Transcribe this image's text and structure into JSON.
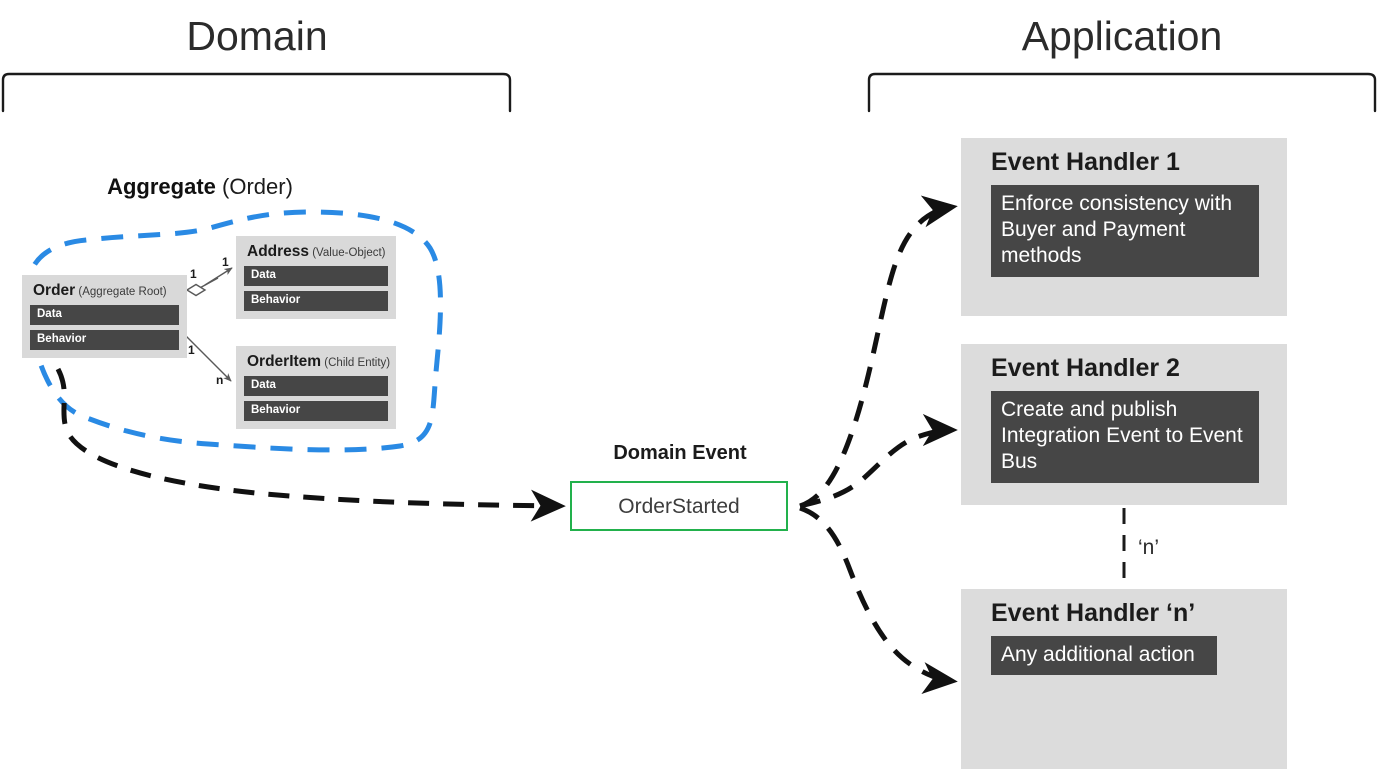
{
  "sections": {
    "domain": {
      "title": "Domain"
    },
    "application": {
      "title": "Application"
    }
  },
  "aggregate": {
    "caption_strong": "Aggregate",
    "caption_light": " (Order)",
    "boundary_color": "#2a8ae4",
    "cards": [
      {
        "id": "order",
        "name": "Order",
        "stereotype": " (Aggregate Root)",
        "rows": [
          "Data",
          "Behavior"
        ]
      },
      {
        "id": "address",
        "name": "Address",
        "stereotype": " (Value-Object)",
        "rows": [
          "Data",
          "Behavior"
        ]
      },
      {
        "id": "orderitem",
        "name": "OrderItem",
        "stereotype": " (Child Entity)",
        "rows": [
          "Data",
          "Behavior"
        ]
      }
    ],
    "multiplicities": {
      "order_to_address_source": "1",
      "order_to_address_target": "1",
      "order_to_item_source": "1",
      "order_to_item_target": "n"
    }
  },
  "domain_event": {
    "label": "Domain Event",
    "name": "OrderStarted",
    "border_color": "#22b14c"
  },
  "handlers": [
    {
      "id": "handler-1",
      "title": "Event Handler 1",
      "body": "Enforce consistency with Buyer and Payment methods"
    },
    {
      "id": "handler-2",
      "title": "Event Handler 2",
      "body": "Create and publish Integration Event to Event Bus"
    },
    {
      "id": "handler-n",
      "title": "Event Handler ‘n’",
      "body": "Any additional action"
    }
  ],
  "repetition_label": "‘n’",
  "colors": {
    "panel_bg": "#dcdcdc",
    "card_bg": "#d9d9d9",
    "row_bg": "#464646",
    "row_text": "#ffffff",
    "aggregate_boundary": "#2a8ae4",
    "event_border": "#22b14c",
    "arrow": "#111111",
    "uml_line": "#595959",
    "bracket": "#1b1b1b"
  }
}
